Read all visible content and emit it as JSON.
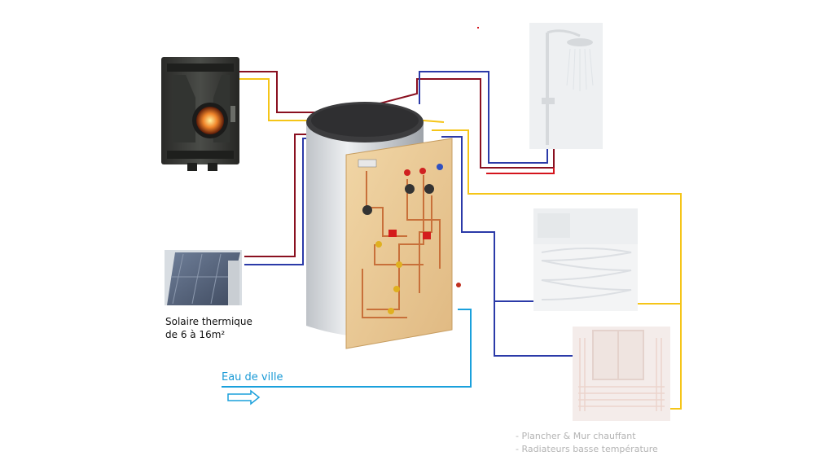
{
  "labels": {
    "solar_line1": "Solaire thermique",
    "solar_line2": "de 6 à 16m²",
    "city_water": "Eau de ville",
    "emitters_line1": "- Plancher & Mur chauffant",
    "emitters_line2": "- Radiateurs basse température"
  },
  "colors": {
    "hot_pipe": "#d4141c",
    "dark_red_pipe": "#8a1020",
    "cold_pipe": "#2b3aa8",
    "yellow_pipe": "#f5c518",
    "city_water": "#1aa0dc"
  },
  "icons": {
    "stove": "wood-stove-icon",
    "solar": "solar-panel-icon",
    "tank": "storage-tank-icon",
    "shower": "shower-icon",
    "floor": "underfloor-heating-icon",
    "radiator": "wall-heating-icon"
  }
}
